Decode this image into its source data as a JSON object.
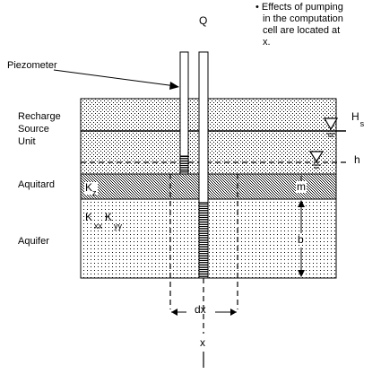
{
  "note": {
    "lines": [
      "• Effects of pumping",
      "in the computation",
      "cell are located at",
      "x."
    ]
  },
  "labels": {
    "pumping": "Q",
    "piezometer": "Piezometer",
    "recharge_line1": "Recharge",
    "recharge_line2": "Source",
    "recharge_line3": "Unit",
    "aquitard": "Aquitard",
    "aquifer": "Aquifer",
    "source_head": "H",
    "source_head_sub": "s",
    "aquifer_head": "h",
    "kz": "K",
    "kz_sub": "z",
    "kx": "K",
    "kx_sub": "xx",
    "ky": "K",
    "ky_sub": "yy",
    "aquitard_thickness": "m",
    "aquifer_thickness": "b",
    "cell_width": "dx",
    "cell_location": "x"
  },
  "colors": {
    "line": "#000000",
    "background": "#ffffff",
    "stipple": "#000000"
  }
}
